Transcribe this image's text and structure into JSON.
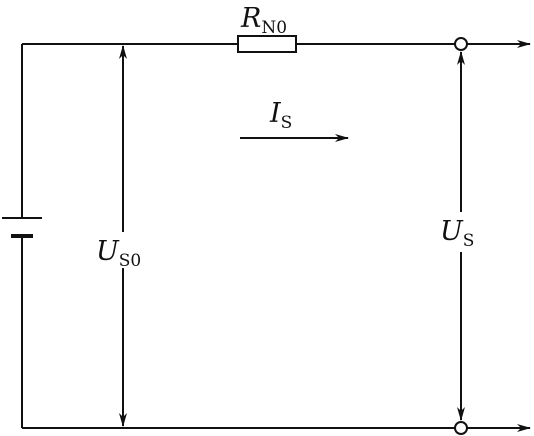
{
  "labels": {
    "resistor": {
      "main": "R",
      "sub": "N0"
    },
    "current": {
      "main": "I",
      "sub": "S"
    },
    "source_voltage": {
      "main": "U",
      "sub": "S0"
    },
    "terminal_voltage": {
      "main": "U",
      "sub": "S"
    }
  },
  "colors": {
    "stroke": "#111111",
    "background": "#ffffff"
  }
}
